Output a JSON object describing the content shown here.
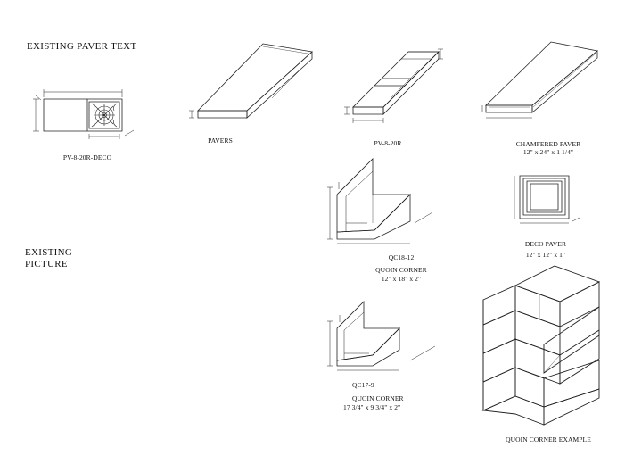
{
  "headings": {
    "existing_paver_text": "EXISTING PAVER TEXT",
    "existing_picture_line1": "EXISTING",
    "existing_picture_line2": "PICTURE"
  },
  "items": {
    "pv8_20r_deco": {
      "label": "PV-8-20R-DECO"
    },
    "pavers": {
      "label": "PAVERS"
    },
    "pv8_20r": {
      "label": "PV-8-20R"
    },
    "chamfered": {
      "label": "CHAMFERED PAVER",
      "size": "12\" x 24\" x 1 1/4\""
    },
    "qc18_12": {
      "code": "QC18-12",
      "label": "QUOIN CORNER",
      "size": "12\" x 18\" x 2\""
    },
    "deco_paver": {
      "label": "DECO PAVER",
      "size": "12\" x 12\" x 1\""
    },
    "qc17_9": {
      "code": "QC17-9",
      "label": "QUOIN CORNER",
      "size": "17 3/4\" x 9 3/4\" x 2\""
    },
    "quoin_example": {
      "label": "QUOIN CORNER EXAMPLE"
    }
  }
}
